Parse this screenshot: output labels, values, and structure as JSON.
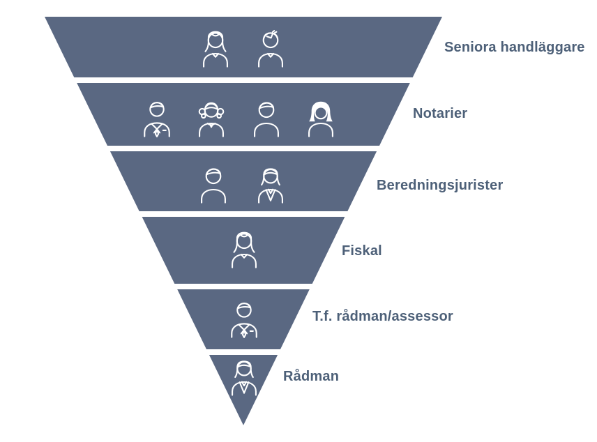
{
  "background_color": "#ffffff",
  "funnel": {
    "band_color": "#5a6882",
    "label_color": "#4d6078",
    "icon_color": "#ffffff",
    "levels": [
      {
        "label": "Seniora handläggare",
        "icon_count": 2,
        "icons": [
          "woman-long-hair-icon",
          "man-swirl-hair-icon"
        ]
      },
      {
        "label": "Notarier",
        "icon_count": 4,
        "icons": [
          "man-suit-tie-icon",
          "girl-pigtails-icon",
          "man-plain-icon",
          "woman-bob-hair-icon"
        ]
      },
      {
        "label": "Beredningsjurister",
        "icon_count": 2,
        "icons": [
          "man-plain-icon",
          "woman-vneck-icon"
        ]
      },
      {
        "label": "Fiskal",
        "icon_count": 1,
        "icons": [
          "woman-long-hair-icon"
        ]
      },
      {
        "label": "T.f. rådman/assessor",
        "icon_count": 1,
        "icons": [
          "man-suit-tie-icon"
        ]
      },
      {
        "label": "Rådman",
        "icon_count": 1,
        "icons": [
          "woman-vneck-icon"
        ]
      }
    ]
  }
}
